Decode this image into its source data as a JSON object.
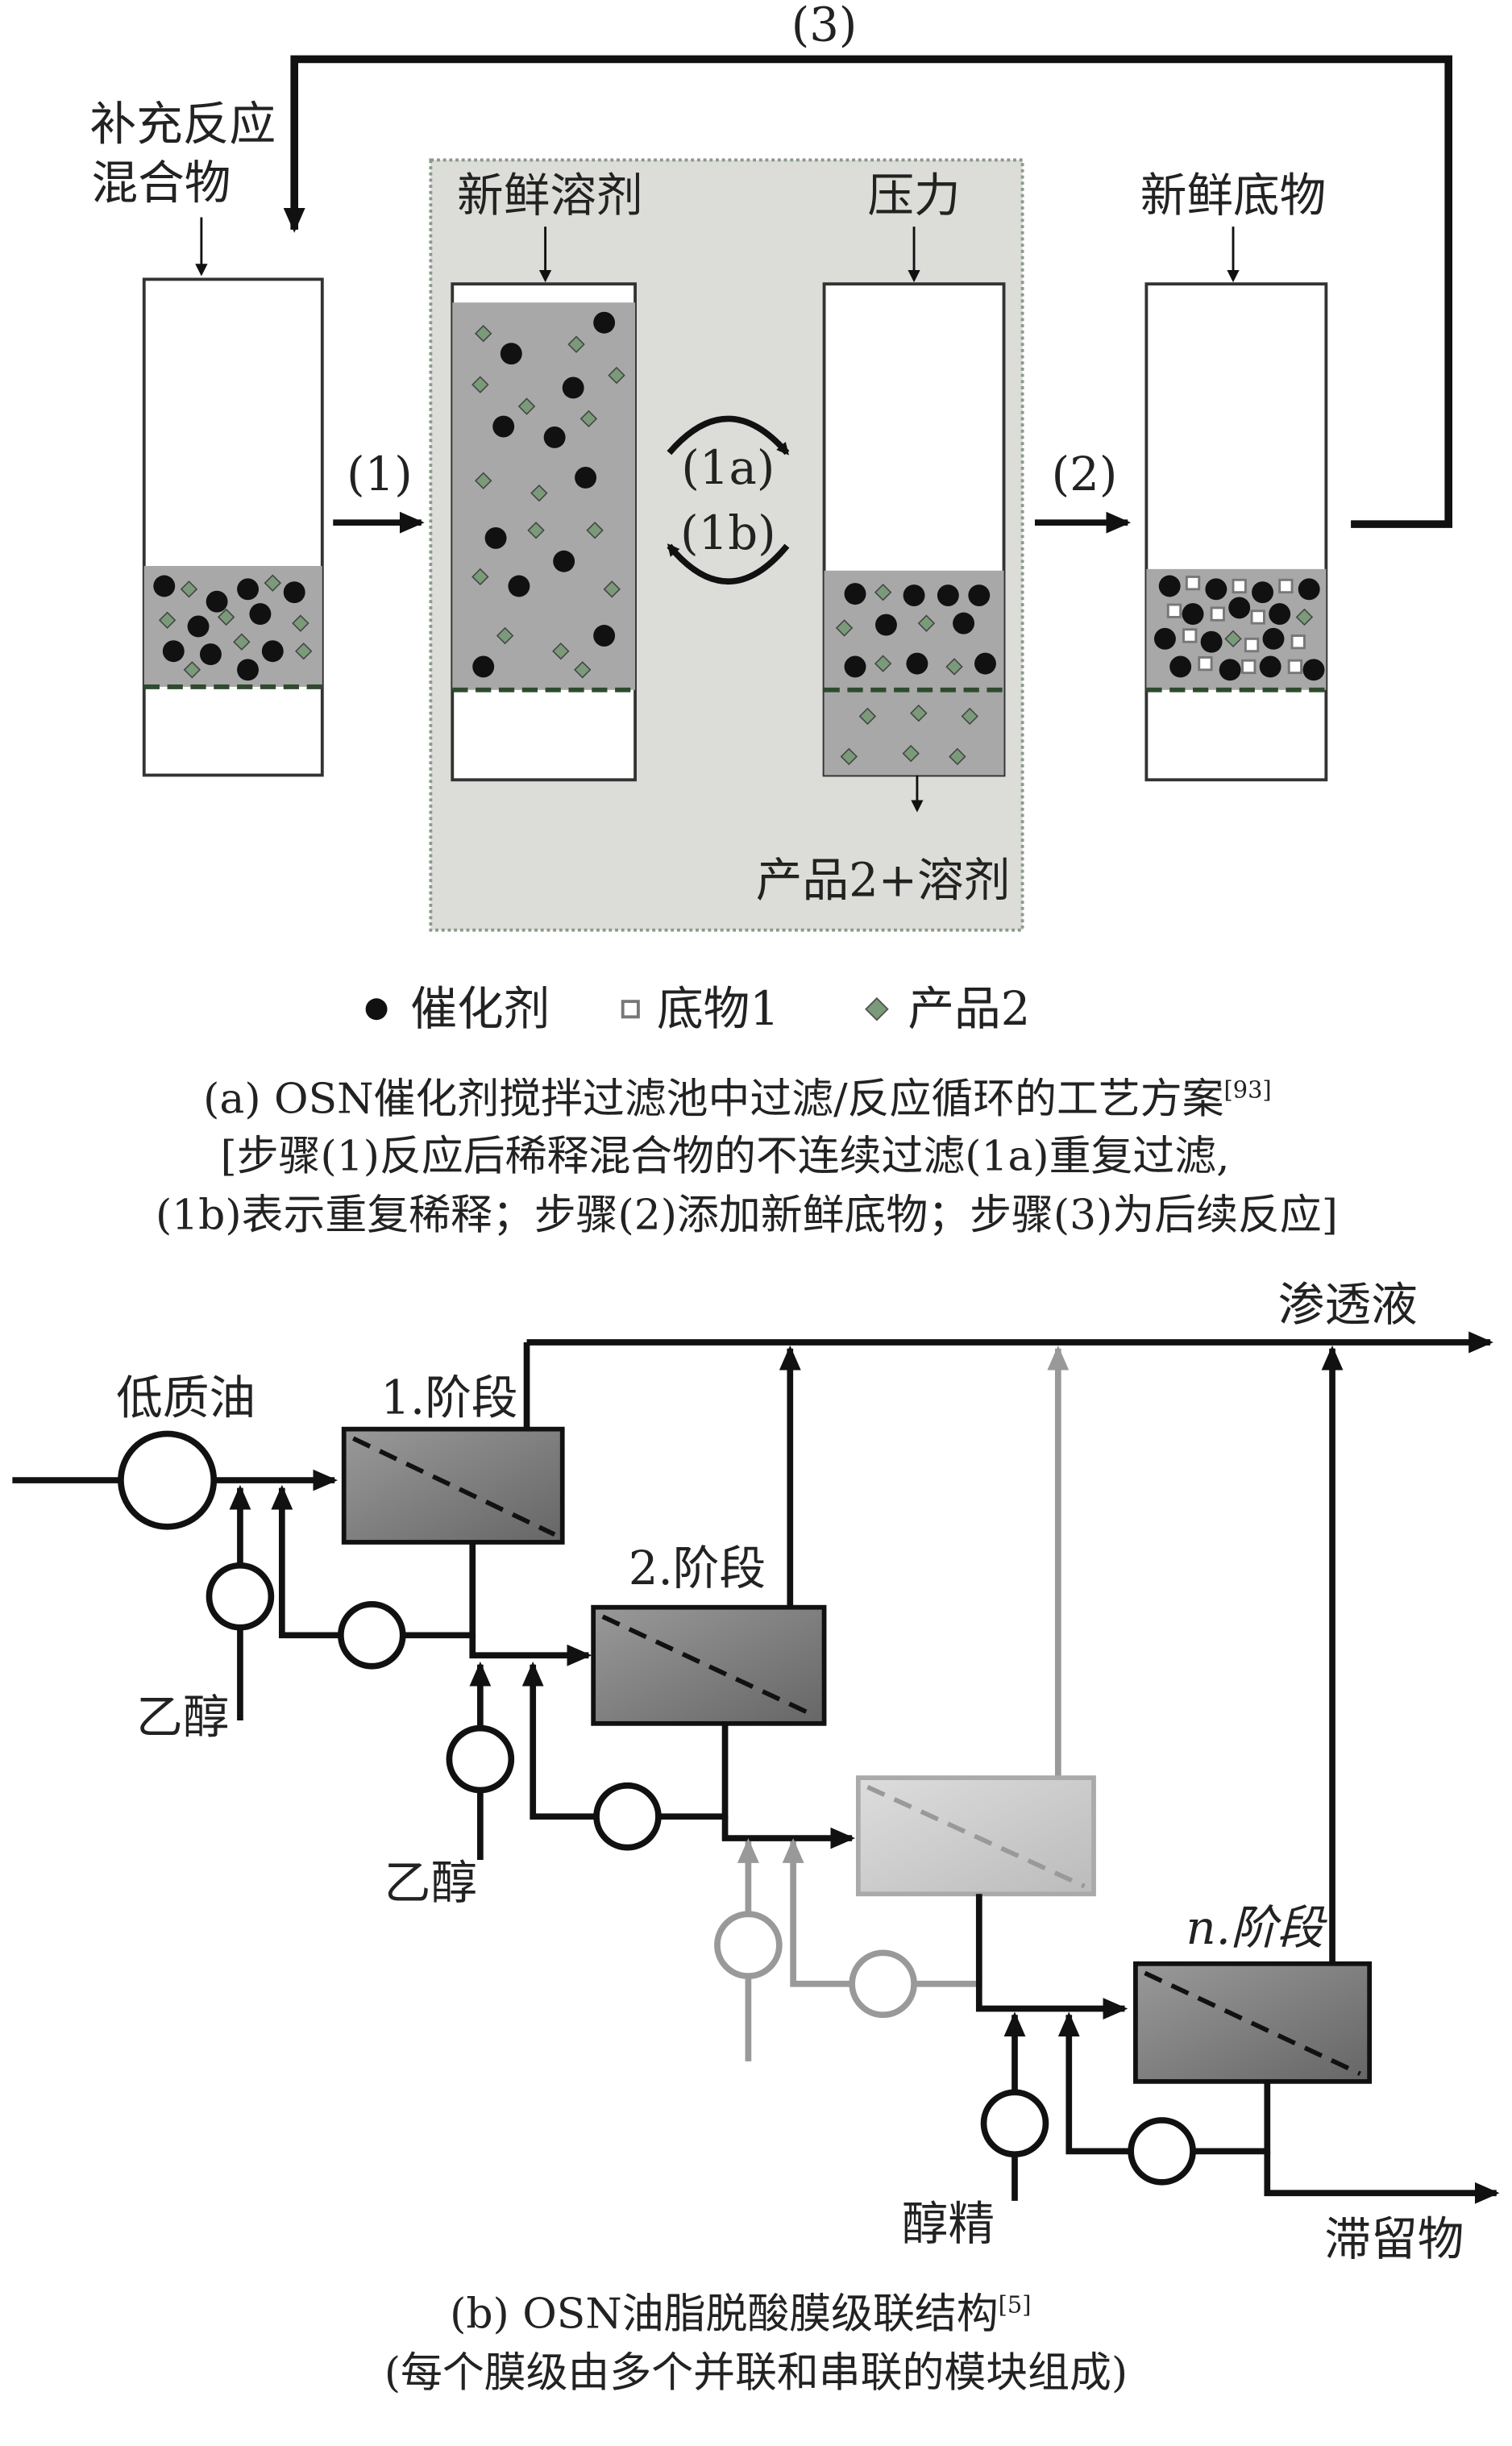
{
  "part_a": {
    "step3_label": "(3)",
    "feed_label_line1": "补充反应",
    "feed_label_line2": "混合物",
    "step1_label": "(1)",
    "fresh_solvent_label": "新鲜溶剂",
    "step1a_label": "(1a)",
    "step1b_label": "(1b)",
    "pressure_label": "压力",
    "product_out_label": "产品2+溶剂",
    "step2_label": "(2)",
    "fresh_substrate_label": "新鲜底物",
    "legend": [
      {
        "icon": "black-dot",
        "label": "催化剂"
      },
      {
        "icon": "white-square",
        "label": "底物1"
      },
      {
        "icon": "gray-diamond",
        "label": "产品2"
      }
    ],
    "caption_line1": "(a) OSN催化剂搅拌过滤池中过滤/反应循环的工艺方案",
    "caption_ref": "[93]",
    "caption_line2": "[步骤(1)反应后稀释混合物的不连续过滤(1a)重复过滤,",
    "caption_line3": "(1b)表示重复稀释；步骤(2)添加新鲜底物；步骤(3)为后续反应]"
  },
  "part_b": {
    "permeate_label": "渗透液",
    "feed_label": "低质油",
    "stage1_label": "1.阶段",
    "stage2_label": "2.阶段",
    "stagen_label": "n.阶段",
    "ethanol1_label": "乙醇",
    "ethanol2_label": "乙醇",
    "alcohol_label": "醇精",
    "retentate_label": "滞留物",
    "caption_line1": "(b) OSN油脂脱酸膜级联结构",
    "caption_ref": "[5]",
    "caption_line2": "(每个膜级由多个并联和串联的模块组成)"
  },
  "colors": {
    "fill_gray": "#a8a8a8",
    "panel_gray": "#dcdcd8",
    "dash_green": "#2f4a2f"
  }
}
